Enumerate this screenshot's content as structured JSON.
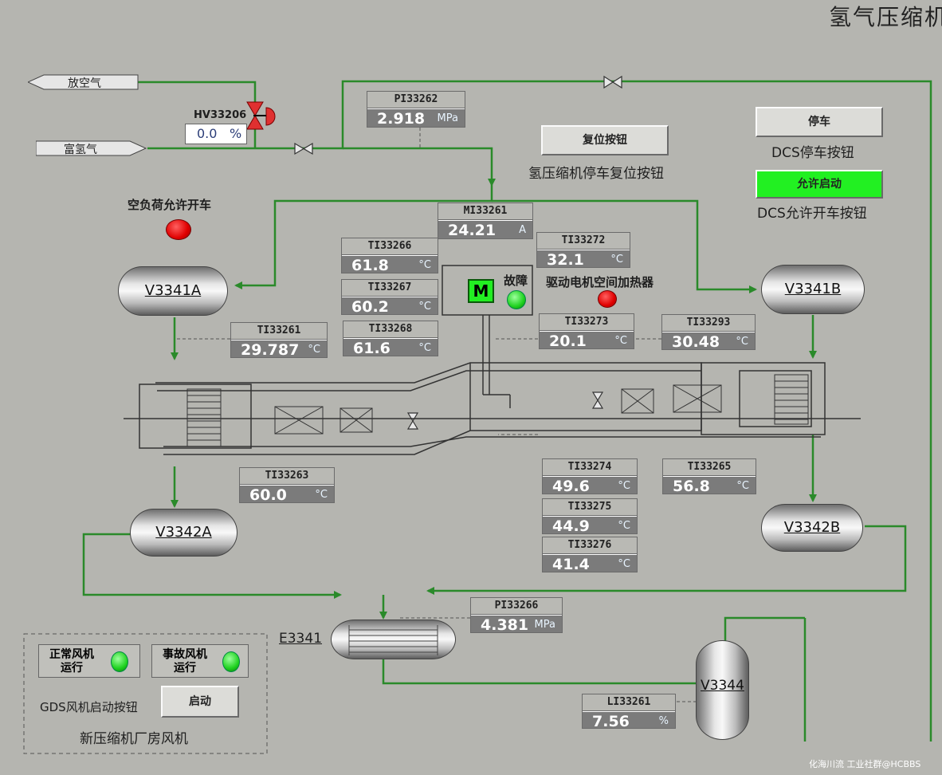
{
  "header": {
    "title": "氢气压缩机"
  },
  "streams": {
    "vent": "放空气",
    "rich_h2": "富氢气"
  },
  "valve_hv": {
    "tag": "HV33206",
    "value": "0.0",
    "unit": "%"
  },
  "instruments": {
    "PI33262": {
      "tag": "PI33262",
      "value": "2.918",
      "unit": "MPa"
    },
    "MI33261": {
      "tag": "MI33261",
      "value": "24.21",
      "unit": "A"
    },
    "TI33272": {
      "tag": "TI33272",
      "value": "32.1",
      "unit": "°C"
    },
    "TI33266": {
      "tag": "TI33266",
      "value": "61.8",
      "unit": "°C"
    },
    "TI33267": {
      "tag": "TI33267",
      "value": "60.2",
      "unit": "°C"
    },
    "TI33268": {
      "tag": "TI33268",
      "value": "61.6",
      "unit": "°C"
    },
    "TI33261": {
      "tag": "TI33261",
      "value": "29.787",
      "unit": "°C"
    },
    "TI33273": {
      "tag": "TI33273",
      "value": "20.1",
      "unit": "°C"
    },
    "TI33293": {
      "tag": "TI33293",
      "value": "30.48",
      "unit": "°C"
    },
    "TI33263": {
      "tag": "TI33263",
      "value": "60.0",
      "unit": "°C"
    },
    "TI33274": {
      "tag": "TI33274",
      "value": "49.6",
      "unit": "°C"
    },
    "TI33265": {
      "tag": "TI33265",
      "value": "56.8",
      "unit": "°C"
    },
    "TI33275": {
      "tag": "TI33275",
      "value": "44.9",
      "unit": "°C"
    },
    "TI33276": {
      "tag": "TI33276",
      "value": "41.4",
      "unit": "°C"
    },
    "PI33266": {
      "tag": "PI33266",
      "value": "4.381",
      "unit": "MPa"
    },
    "LI33261": {
      "tag": "LI33261",
      "value": "7.56",
      "unit": "%"
    }
  },
  "controls": {
    "reset_button": "复位按钮",
    "reset_caption": "氢压缩机停车复位按钮",
    "stop_button": "停车",
    "stop_caption": "DCS停车按钮",
    "permit_button": "允许启动",
    "permit_caption": "DCS允许开车按钮",
    "no_load_label": "空负荷允许开车",
    "motor_letter": "M",
    "fault_label": "故障",
    "heater_label": "驱动电机空间加热器"
  },
  "vessels": {
    "v3341a": "V3341A",
    "v3341b": "V3341B",
    "v3342a": "V3342A",
    "v3342b": "V3342B",
    "v3344": "V3344",
    "e3341": "E3341"
  },
  "fans": {
    "normal_fan": "正常风机运行",
    "normal_fan_l1": "正常风机",
    "normal_fan_l2": "运行",
    "emergency_fan_l1": "事故风机",
    "emergency_fan_l2": "运行",
    "gds_caption": "GDS风机启动按钮",
    "start_button": "启动",
    "panel_caption": "新压缩机厂房风机"
  },
  "footer": {
    "watermark": "化海川流 工业社群@HCBBS"
  },
  "colors": {
    "pipe": "#2a8a2a",
    "alarm": "#e00000",
    "run": "#1fd21f",
    "background": "#b5b5b0"
  }
}
